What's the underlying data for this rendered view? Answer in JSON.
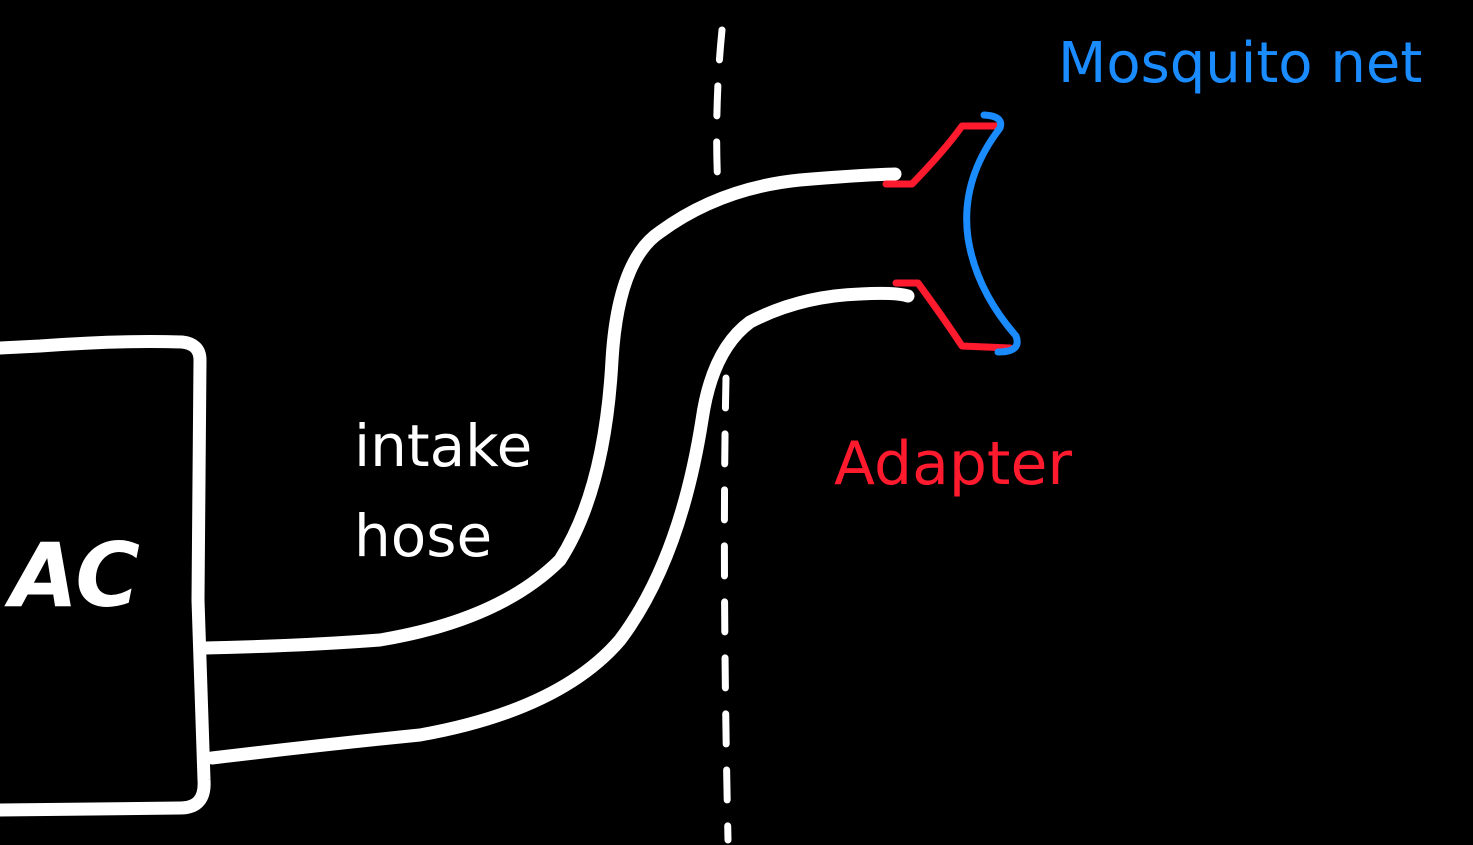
{
  "labels": {
    "ac": "AC",
    "intake_line1": "intake",
    "intake_line2": "hose",
    "adapter": "Adapter",
    "mosquito_net": "Mosquito net"
  },
  "colors": {
    "background": "#000000",
    "lines": "#ffffff",
    "adapter": "#ff1a2e",
    "mosquito_net": "#1a8cff"
  }
}
